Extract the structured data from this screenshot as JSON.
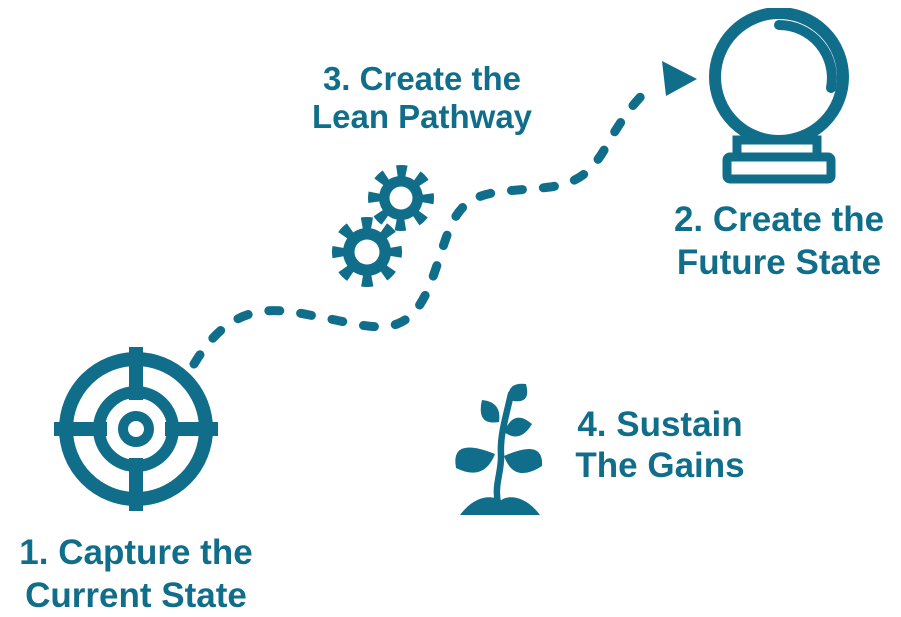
{
  "colors": {
    "accent": "#116e8a",
    "background": "#ffffff"
  },
  "steps": [
    {
      "line1": "1. Capture the",
      "line2": "Current State",
      "icon": "target-icon"
    },
    {
      "line1": "2. Create the",
      "line2": "Future State",
      "icon": "crystal-ball-icon"
    },
    {
      "line1": "3. Create the",
      "line2": "Lean Pathway",
      "icon": "gears-icon"
    },
    {
      "line1": "4. Sustain",
      "line2": "The Gains",
      "icon": "seedling-icon"
    }
  ],
  "connector": {
    "type": "dashed-curve",
    "from": "step-1-target",
    "to": "step-2-crystal-ball",
    "arrowhead": "arrowhead-icon"
  }
}
